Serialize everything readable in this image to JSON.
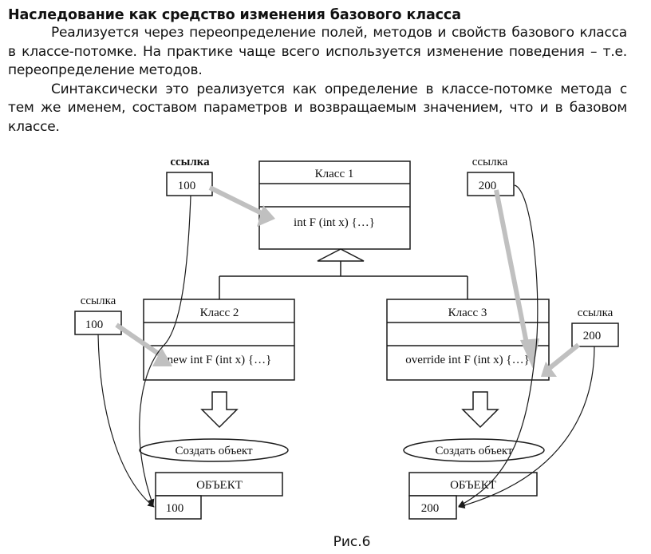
{
  "heading": "Наследование как средство изменения базового класса",
  "paragraphs": [
    "Реализуется через переопределение полей, методов и свойств базового класса в классе-потомке. На практике чаще всего используется изменение поведения – т.е. переопределение методов.",
    "Синтаксически это реализуется как определение в классе-потомке метода с тем же именем, составом параметров и возвращаемым значением, что и в базовом классе."
  ],
  "diagram": {
    "colors": {
      "stroke": "#1a1a1a",
      "pointer": "#c0c0c0",
      "background": "#ffffff"
    },
    "base_class": {
      "name": "Класс 1",
      "method": "int  F (int x) {…}"
    },
    "derived_classes": [
      {
        "name": "Класс 2",
        "method": "new int  F (int x) {…}"
      },
      {
        "name": "Класс 3",
        "method": "override int  F (int x) {…}"
      }
    ],
    "references": [
      {
        "label": "ссылка",
        "value": "100"
      },
      {
        "label": "ссылка",
        "value": "200"
      },
      {
        "label": "ссылка",
        "value": "100"
      },
      {
        "label": "ссылка",
        "value": "200"
      }
    ],
    "create_actions": [
      {
        "label": "Создать объект"
      },
      {
        "label": "Создать объект"
      }
    ],
    "objects": [
      {
        "title": "ОБЪЕКТ",
        "value": "100"
      },
      {
        "title": "ОБЪЕКТ",
        "value": "200"
      }
    ]
  },
  "caption": "Рис.6"
}
